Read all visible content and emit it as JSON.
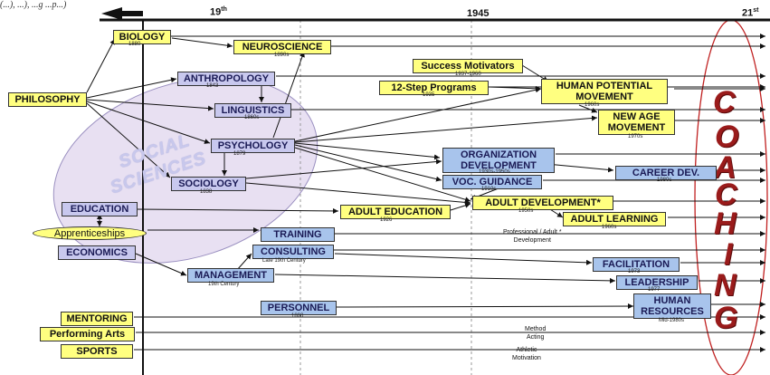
{
  "header": {
    "partial_text": "(...), ...),   ...g    ...p...)",
    "eras": {
      "e19": "19",
      "e19_sup": "th",
      "e1945": "1945",
      "e21": "21",
      "e21_sup": "st"
    }
  },
  "watermark": {
    "social_1": "SOCIAL",
    "social_2": "SCIENCES"
  },
  "coaching_letters": [
    "C",
    "O",
    "A",
    "C",
    "H",
    "I",
    "N",
    "G"
  ],
  "nodes": {
    "biology": {
      "label": "BIOLOGY",
      "sub": "1880"
    },
    "neuroscience": {
      "label": "NEUROSCIENCE",
      "sub": "1890s"
    },
    "philosophy": {
      "label": "PHILOSOPHY"
    },
    "anthropology": {
      "label": "ANTHROPOLOGY",
      "sub": "1843"
    },
    "linguistics": {
      "label": "LINGUISTICS",
      "sub": "1860s"
    },
    "psychology": {
      "label": "PSYCHOLOGY",
      "sub": "1879"
    },
    "sociology": {
      "label": "SOCIOLOGY",
      "sub": "1838"
    },
    "success": {
      "label": "Success Motivators",
      "sub": "1937-1960"
    },
    "twelve": {
      "label": "12-Step Programs",
      "sub": "1935"
    },
    "hpm": {
      "label": "HUMAN POTENTIAL MOVEMENT",
      "sub": "1960s"
    },
    "newage": {
      "label": "NEW AGE MOVEMENT",
      "sub": "1970s"
    },
    "orgdev": {
      "label": "ORGANIZATION DEVELOPMENT",
      "sub": "1930s-1950s"
    },
    "voc": {
      "label": "VOC. GUIDANCE",
      "sub": "1910s"
    },
    "career": {
      "label": "CAREER DEV.",
      "sub": "1980s"
    },
    "education": {
      "label": "EDUCATION"
    },
    "adulted": {
      "label": "ADULT EDUCATION",
      "sub": "1926"
    },
    "adultdev": {
      "label": "ADULT DEVELOPMENT*",
      "sub": "1950s"
    },
    "adultlearn": {
      "label": "ADULT LEARNING",
      "sub": "1960s"
    },
    "apprentice": {
      "label": "Apprenticeships"
    },
    "training": {
      "label": "TRAINING"
    },
    "economics": {
      "label": "ECONOMICS"
    },
    "consulting": {
      "label": "CONSULTING",
      "sub": "Late 19th Century"
    },
    "management": {
      "label": "MANAGEMENT",
      "sub": "19th Century"
    },
    "facilitation": {
      "label": "FACILITATION",
      "sub": "1973"
    },
    "leadership": {
      "label": "LEADERSHIP",
      "sub": "1977"
    },
    "personnel": {
      "label": "PERSONNEL",
      "sub": "1800"
    },
    "hr": {
      "label": "HUMAN RESOURCES",
      "sub": "Mid-1980s"
    },
    "mentoring": {
      "label": "MENTORING"
    },
    "performing": {
      "label": "Performing Arts"
    },
    "sports": {
      "label": "SPORTS"
    }
  },
  "notes": {
    "professional": "Professional / Adult *",
    "development": "Development",
    "method": "Method",
    "acting": "Acting",
    "athletic": "Athletic",
    "motivation": "Motivation"
  },
  "colors": {
    "yellow_box": "#ffff80",
    "lavender_box": "#c8c8ee",
    "blue_box": "#a8c4ec",
    "coaching_red": "#9a1b1b",
    "ellipse_red": "#c02020"
  }
}
